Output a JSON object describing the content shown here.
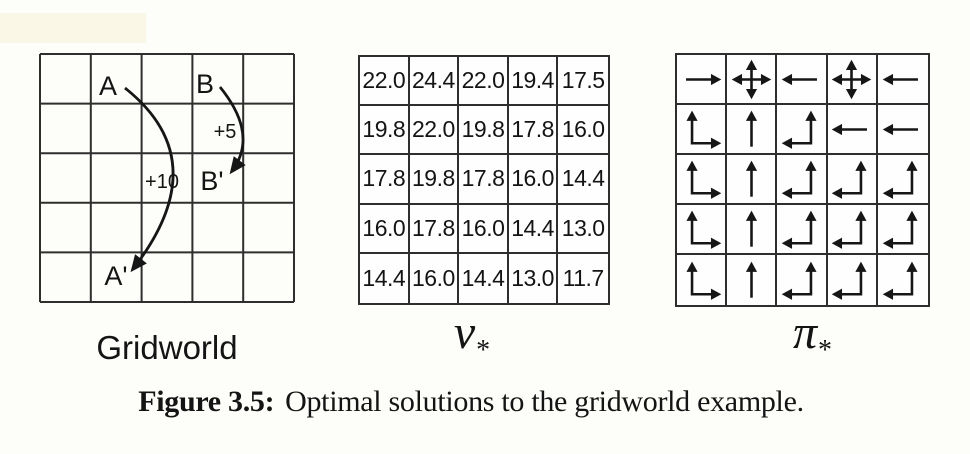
{
  "caption": {
    "label": "Figure 3.5:",
    "text": "Optimal solutions to the gridworld example."
  },
  "gridworld": {
    "label": "Gridworld",
    "rows": 5,
    "cols": 5,
    "cell_labels": {
      "A": "A",
      "B": "B",
      "A_prime": "A'",
      "B_prime": "B'"
    },
    "special_cells": [
      {
        "row": 0,
        "col": 1,
        "label": "A"
      },
      {
        "row": 0,
        "col": 3,
        "label": "B"
      },
      {
        "row": 2,
        "col": 3,
        "label": "B'"
      },
      {
        "row": 4,
        "col": 1,
        "label": "A'"
      }
    ],
    "rewards": {
      "A_to_A_prime": "+10",
      "B_to_B_prime": "+5"
    }
  },
  "value_function": {
    "symbol": "v",
    "symbol_sub": "*",
    "values": [
      [
        "22.0",
        "24.4",
        "22.0",
        "19.4",
        "17.5"
      ],
      [
        "19.8",
        "22.0",
        "19.8",
        "17.8",
        "16.0"
      ],
      [
        "17.8",
        "19.8",
        "17.8",
        "16.0",
        "14.4"
      ],
      [
        "16.0",
        "17.8",
        "16.0",
        "14.4",
        "13.0"
      ],
      [
        "14.4",
        "16.0",
        "14.4",
        "13.0",
        "11.7"
      ]
    ]
  },
  "policy": {
    "symbol": "π",
    "symbol_sub": "*",
    "actions": [
      [
        "right",
        "all",
        "left",
        "all",
        "left"
      ],
      [
        "up-right",
        "up",
        "up-left",
        "left",
        "left"
      ],
      [
        "up-right",
        "up",
        "up-left",
        "up-left",
        "up-left"
      ],
      [
        "up-right",
        "up",
        "up-left",
        "up-left",
        "up-left"
      ],
      [
        "up-right",
        "up",
        "up-left",
        "up-left",
        "up-left"
      ]
    ]
  },
  "colors": {
    "ink": "#141414",
    "grid_line": "#2e2e2e",
    "background": "#fdfdfa",
    "scan_tint": "#fbf7e7"
  }
}
